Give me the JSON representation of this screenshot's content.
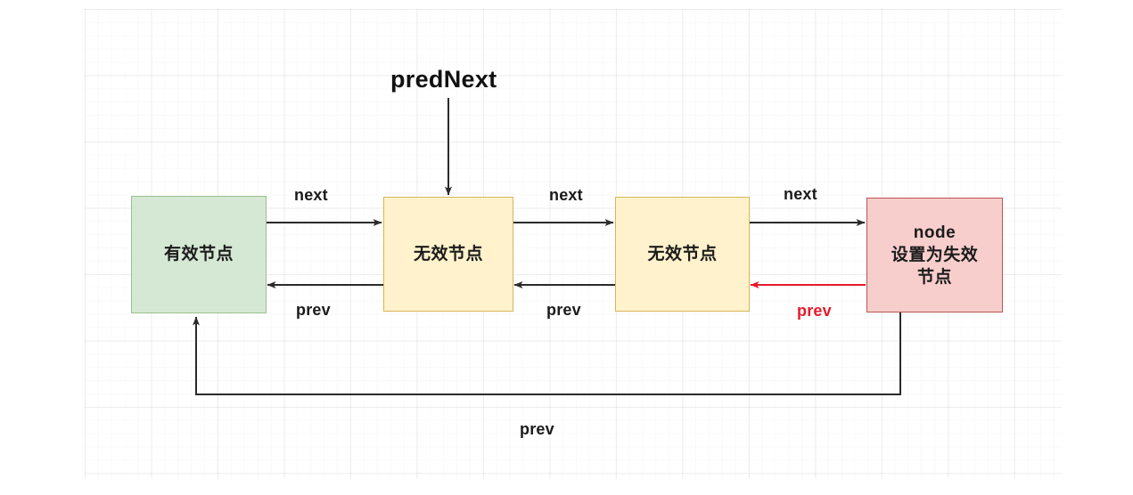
{
  "diagram": {
    "title_label": "predNext",
    "nodes": [
      {
        "id": "valid",
        "label": "有效节点",
        "kind": "valid",
        "fill": "#d5e8d4",
        "stroke": "#9cc08f"
      },
      {
        "id": "invalid1",
        "label": "无效节点",
        "kind": "invalid",
        "fill": "#fff2cc",
        "stroke": "#d6b656"
      },
      {
        "id": "invalid2",
        "label": "无效节点",
        "kind": "invalid",
        "fill": "#fff2cc",
        "stroke": "#d6b656"
      },
      {
        "id": "node",
        "label": "node\n设置为失效\n节点",
        "kind": "target",
        "fill": "#f8cecc",
        "stroke": "#b85450"
      }
    ],
    "node_target_lines": {
      "line1": "node",
      "line2": "设置为失效",
      "line3": "节点"
    },
    "edges": [
      {
        "id": "next-1",
        "label": "next",
        "color": "#1b1b1b",
        "from": "valid",
        "to": "invalid1"
      },
      {
        "id": "next-2",
        "label": "next",
        "color": "#1b1b1b",
        "from": "invalid1",
        "to": "invalid2"
      },
      {
        "id": "next-3",
        "label": "next",
        "color": "#1b1b1b",
        "from": "invalid2",
        "to": "node"
      },
      {
        "id": "prev-1",
        "label": "prev",
        "color": "#1b1b1b",
        "from": "invalid1",
        "to": "valid"
      },
      {
        "id": "prev-2",
        "label": "prev",
        "color": "#1b1b1b",
        "from": "invalid2",
        "to": "invalid1"
      },
      {
        "id": "prev-3-red",
        "label": "prev",
        "color": "#e8192c",
        "from": "node",
        "to": "invalid2"
      },
      {
        "id": "prev-bottom",
        "label": "prev",
        "color": "#1b1b1b",
        "from": "node",
        "to": "valid"
      }
    ],
    "colors": {
      "arrow_dark": "#2b2b2b",
      "arrow_red": "#e8192c",
      "grid_major": "#d9d9d9",
      "grid_minor": "#f0f0f0",
      "background": "#ffffff"
    }
  }
}
